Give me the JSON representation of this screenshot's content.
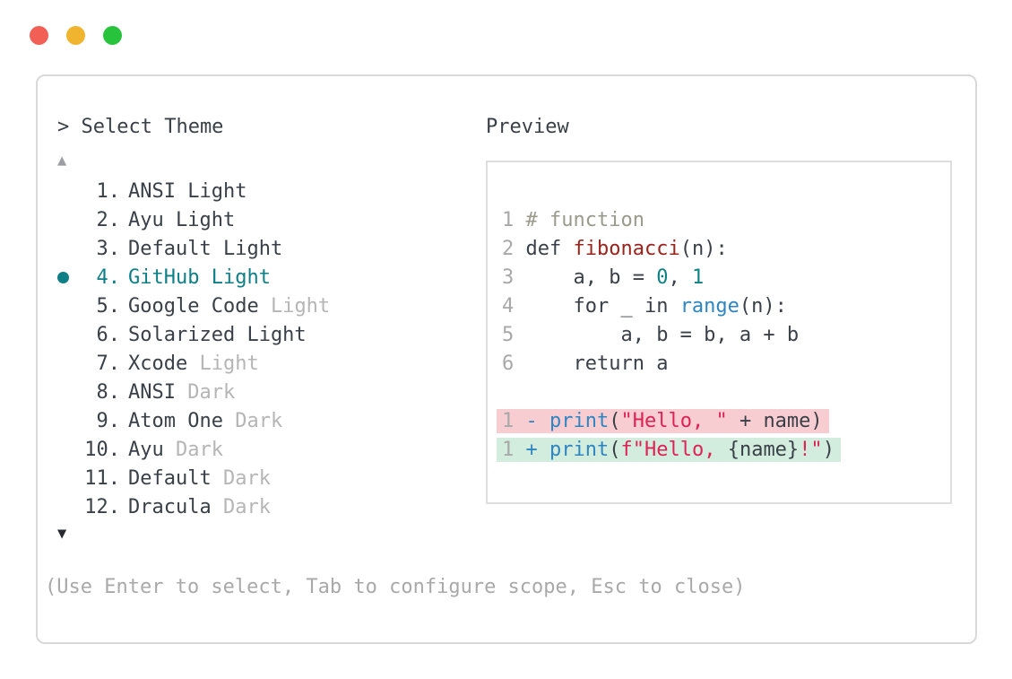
{
  "window_controls": {
    "close_color": "#f15f55",
    "minimize_color": "#f0b42e",
    "maximize_color": "#27c33d"
  },
  "picker": {
    "prompt": "> Select Theme",
    "scroll_up_icon": "▲",
    "scroll_down_icon": "▼",
    "hint": "(Use Enter to select, Tab to configure scope, Esc to close)",
    "themes": [
      {
        "number": "1.",
        "name": "ANSI Light"
      },
      {
        "number": "2.",
        "name": "Ayu Light"
      },
      {
        "number": "3.",
        "name": "Default Light"
      },
      {
        "number": "4.",
        "name": "GitHub Light",
        "selected": true
      },
      {
        "number": "5.",
        "name": "Google Code",
        "muted_suffix": "Light"
      },
      {
        "number": "6.",
        "name": "Solarized Light"
      },
      {
        "number": "7.",
        "name": "Xcode",
        "muted_suffix": "Light"
      },
      {
        "number": "8.",
        "name": "ANSI",
        "muted_suffix": "Dark"
      },
      {
        "number": "9.",
        "name": "Atom One",
        "muted_suffix": "Dark"
      },
      {
        "number": "10.",
        "name": "Ayu",
        "muted_suffix": "Dark"
      },
      {
        "number": "11.",
        "name": "Default",
        "muted_suffix": "Dark"
      },
      {
        "number": "12.",
        "name": "Dracula",
        "muted_suffix": "Dark"
      }
    ]
  },
  "preview": {
    "label": "Preview",
    "code_lines": [
      {
        "num": "1",
        "tokens": [
          [
            "# function",
            "cm"
          ]
        ]
      },
      {
        "num": "2",
        "tokens": [
          [
            "def ",
            "pl"
          ],
          [
            "fibonacci",
            "fn"
          ],
          [
            "(n):",
            "pl"
          ]
        ]
      },
      {
        "num": "3",
        "tokens": [
          [
            "    a, b = ",
            "pl"
          ],
          [
            "0",
            "num"
          ],
          [
            ", ",
            "pl"
          ],
          [
            "1",
            "num"
          ]
        ]
      },
      {
        "num": "4",
        "tokens": [
          [
            "    for _ in ",
            "pl"
          ],
          [
            "range",
            "nb"
          ],
          [
            "(n):",
            "pl"
          ]
        ]
      },
      {
        "num": "5",
        "tokens": [
          [
            "        a, b = b, a + b",
            "pl"
          ]
        ]
      },
      {
        "num": "6",
        "tokens": [
          [
            "    return a",
            "pl"
          ]
        ]
      },
      {
        "blank": true
      },
      {
        "num": "1",
        "diff": "del",
        "tokens": [
          [
            "- ",
            "sign"
          ],
          [
            "print",
            "nb"
          ],
          [
            "(",
            "pl"
          ],
          [
            "\"Hello, \"",
            "str"
          ],
          [
            " + name)",
            "pl"
          ]
        ]
      },
      {
        "num": "1",
        "diff": "add",
        "tokens": [
          [
            "+ ",
            "sign"
          ],
          [
            "print",
            "nb"
          ],
          [
            "(",
            "pl"
          ],
          [
            "f\"Hello, ",
            "str"
          ],
          [
            "{name}",
            "pl"
          ],
          [
            "!\"",
            "str"
          ],
          [
            ")",
            "pl"
          ]
        ]
      }
    ]
  },
  "colors": {
    "text": "#3a4047",
    "muted": "#b5b5b5",
    "hint": "#a9a9a9",
    "line_number": "#a8a8a8",
    "selected": "#0e7f87",
    "comment": "#9a9a8b",
    "function": "#9b231c",
    "builtin": "#2f85c0",
    "number_literal": "#0e8187",
    "string": "#dd2255",
    "diff_del_bg": "#f8cdd2",
    "diff_add_bg": "#d2ecdd"
  }
}
